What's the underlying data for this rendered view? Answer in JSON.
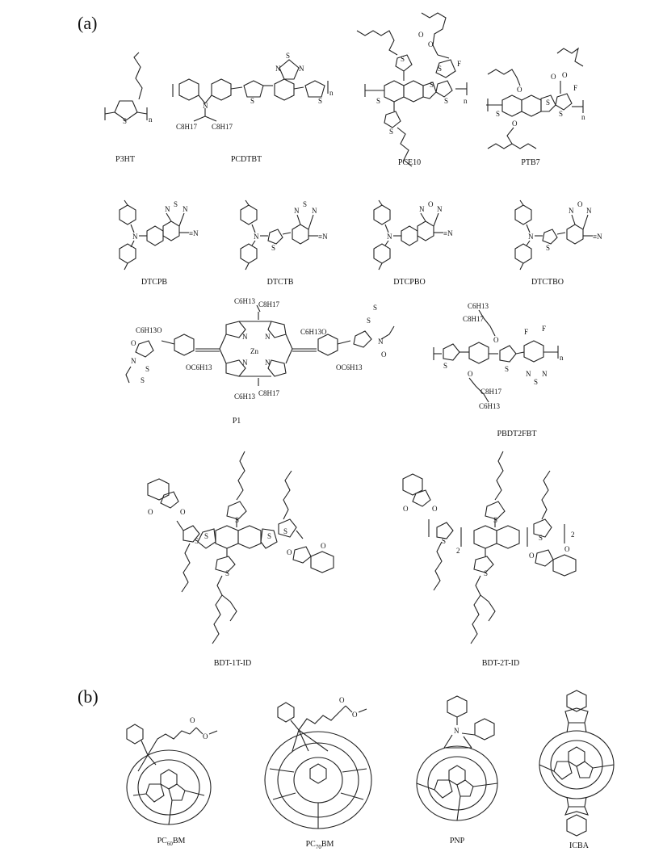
{
  "panels": {
    "a": {
      "label": "(a)"
    },
    "b": {
      "label": "(b)"
    }
  },
  "compounds": {
    "p3ht": "P3HT",
    "pcdtbt": "PCDTBT",
    "pce10": "PCE10",
    "ptb7": "PTB7",
    "dtcpb": "DTCPB",
    "dtctb": "DTCTB",
    "dtcpbo": "DTCPBO",
    "dtctbo": "DTCTBO",
    "p1": "P1",
    "pbdt2fbt": "PBDT2FBT",
    "bdt1tid": "BDT-1T-ID",
    "bdt2tid": "BDT-2T-ID",
    "pc60bm_main": "PC",
    "pc60bm_sub": "60",
    "pc60bm_tail": "BM",
    "pc70bm_main": "PC",
    "pc70bm_sub": "70",
    "pc70bm_tail": "BM",
    "pnp": "PNP",
    "icba": "ICBA"
  },
  "atoms": {
    "S": "S",
    "N": "N",
    "O": "O",
    "F": "F",
    "Zn": "Zn",
    "CN": "≡N",
    "n": "n",
    "two": "2",
    "c8h17": "C8H17",
    "c6h13": "C6H13",
    "oc6h13": "OC6H13",
    "c6h13o": "C6H13O"
  }
}
